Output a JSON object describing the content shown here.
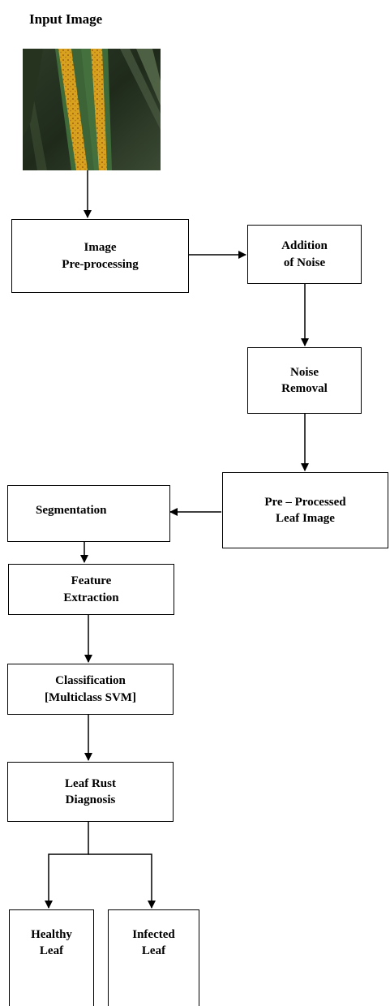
{
  "title": "Input Image",
  "input_image": {
    "subject": "wheat leaf with leaf rust",
    "icon": "leaf-photo"
  },
  "nodes": {
    "preprocessing": "Image\nPre-processing",
    "addition_noise": "Addition\nof Noise",
    "noise_removal": "Noise\nRemoval",
    "preprocessed_leaf": "Pre – Processed\nLeaf Image",
    "segmentation": "Segmentation",
    "feature_extraction": "Feature\nExtraction",
    "classification": "Classification\n[Multiclass SVM]",
    "diagnosis": "Leaf Rust\nDiagnosis",
    "healthy": "Healthy\nLeaf",
    "infected": "Infected\nLeaf"
  },
  "colors": {
    "leaf_green": "#3f6b3a",
    "rust_yellow": "#d9a521",
    "background_dark": "#23301f"
  }
}
